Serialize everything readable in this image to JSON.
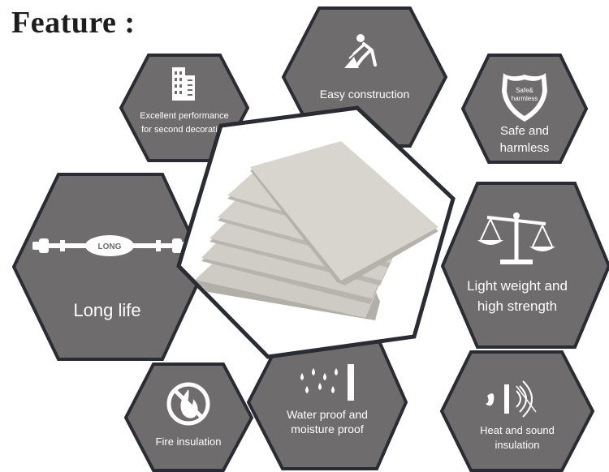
{
  "title": "Feature :",
  "features": {
    "excellent_performance": {
      "lines": [
        "Excellent performance",
        "for second decoration"
      ],
      "icon": "building-icon"
    },
    "easy_construction": {
      "lines": [
        "Easy construction"
      ],
      "icon": "worker-icon"
    },
    "safe_harmless": {
      "lines": [
        "Safe and",
        "harmless"
      ],
      "icon": "shield-icon",
      "badge_lines": [
        "Safe&",
        "harmless"
      ]
    },
    "long_life": {
      "lines": [
        "Long life"
      ],
      "icon": "long-life-icon",
      "badge": "LONG"
    },
    "light_weight": {
      "lines": [
        "Light weight and",
        "high strength"
      ],
      "icon": "scale-icon"
    },
    "fire_insulation": {
      "lines": [
        "Fire insulation"
      ],
      "icon": "no-fire-icon"
    },
    "water_proof": {
      "lines": [
        "Water proof and",
        "moisture proof"
      ],
      "icon": "water-drops-icon"
    },
    "heat_sound": {
      "lines": [
        "Heat and sound",
        "insulation"
      ],
      "icon": "sound-waves-icon"
    }
  },
  "colors": {
    "hex_fill": "#6e6c6d",
    "hex_border": "#2b2b33",
    "board_fill": "#c9c7c1",
    "board_edge": "#b2afa8",
    "text": "#ffffff",
    "title": "#1d1d1d"
  }
}
